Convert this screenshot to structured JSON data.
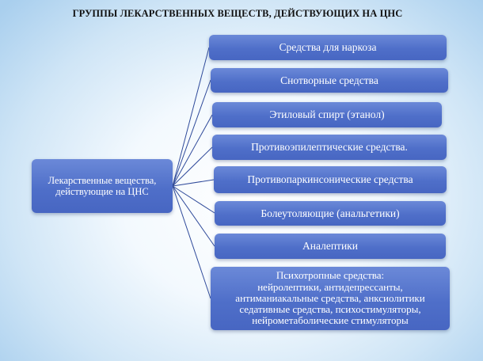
{
  "title": "ГРУППЫ ЛЕКАРСТВЕННЫХ ВЕЩЕСТВ,  ДЕЙСТВУЮЩИХ НА ЦНС",
  "root": "Лекарственные вещества,\nдействующие на ЦНС",
  "children": [
    "Средства для наркоза",
    "Снотворные средства",
    "Этиловый спирт (этанол)",
    "Противоэпилептические средства.",
    "Противопаркинсонические средства",
    "Болеутоляющие (анальгетики)",
    "Аналептики",
    "Психотропные средства:\nнейролептики, антидепрессанты,\nантиманиакальные средства, анксиолитики\nседативные средства, психостимуляторы,\nнейрометаболические стимуляторы"
  ],
  "colors": {
    "box": "#4f6fc9",
    "connector": "#2f4a9a",
    "title": "#111111"
  }
}
